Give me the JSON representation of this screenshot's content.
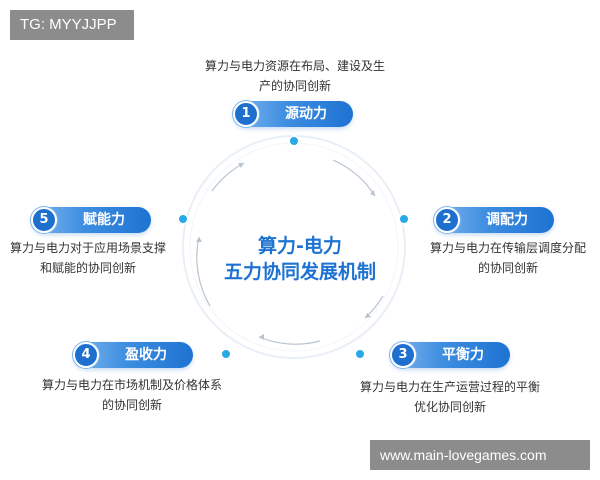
{
  "watermarks": {
    "top": "TG: MYYJJPP",
    "bottom": "www.main-lovegames.com"
  },
  "center": {
    "line1": "算力-电力",
    "line2": "五力协同发展机制"
  },
  "nodes": [
    {
      "number": "1",
      "title": "源动力",
      "desc_line1": "算力与电力资源在布局、建设及生",
      "desc_line2": "产的协同创新"
    },
    {
      "number": "2",
      "title": "调配力",
      "desc_line1": "算力与电力在传输层调度分配",
      "desc_line2": "的协同创新"
    },
    {
      "number": "3",
      "title": "平衡力",
      "desc_line1": "算力与电力在生产运营过程的平衡",
      "desc_line2": "优化协同创新"
    },
    {
      "number": "4",
      "title": "盈收力",
      "desc_line1": "算力与电力在市场机制及价格体系",
      "desc_line2": "的协同创新"
    },
    {
      "number": "5",
      "title": "赋能力",
      "desc_line1": "算力与电力对于应用场景支撑",
      "desc_line2": "和赋能的协同创新"
    }
  ],
  "colors": {
    "accent": "#1e73d2",
    "accent_light": "#7fb6ee",
    "node_dot": "#29a9e6",
    "ring": "#e6eef6",
    "arrow": "#b0bcc8"
  }
}
